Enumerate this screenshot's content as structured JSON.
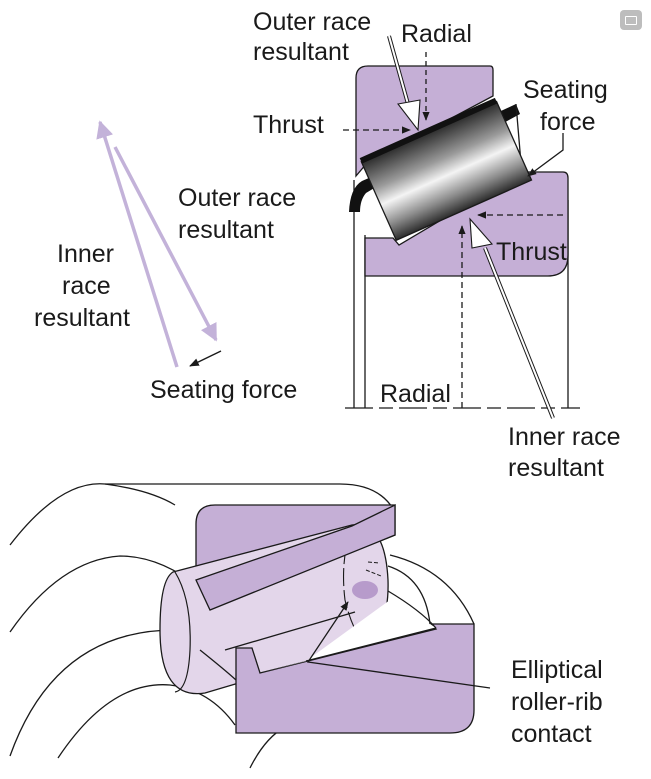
{
  "colors": {
    "race_fill": "#c5afd6",
    "roller_fill": "#e3d6ea",
    "force_arrow": "#c3b2d9",
    "line": "#1a1a1a",
    "contact_spot": "#b79bcb"
  },
  "top_bearing": {
    "outer_race_resultant": [
      "Outer race",
      "resultant"
    ],
    "radial_top": "Radial",
    "thrust_left": "Thrust",
    "seating_force": [
      "Seating",
      "force"
    ],
    "thrust_right": "Thrust",
    "radial_bottom": "Radial",
    "inner_race_resultant": [
      "Inner race",
      "resultant"
    ]
  },
  "force_triangle": {
    "outer_race_resultant": [
      "Outer race",
      "resultant"
    ],
    "inner_race_resultant": [
      "Inner",
      "race",
      "resultant"
    ],
    "seating_force": "Seating force"
  },
  "bottom_detail": {
    "contact_label": [
      "Elliptical",
      "roller-rib",
      "contact"
    ]
  },
  "corner_icon": "image-icon"
}
